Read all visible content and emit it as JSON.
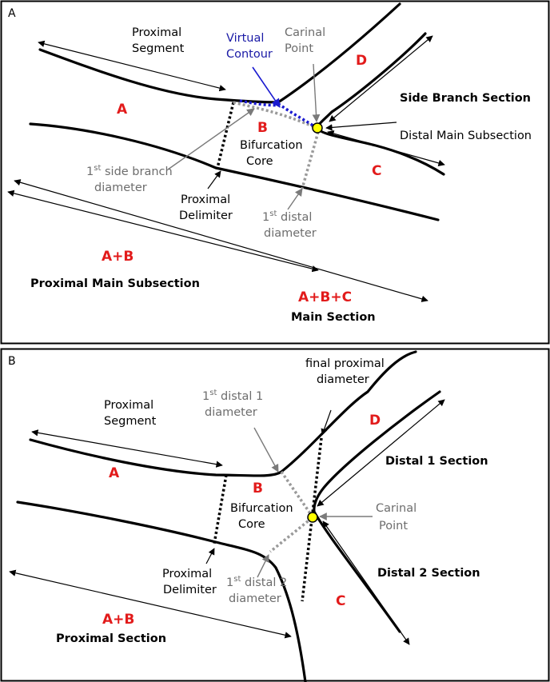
{
  "panel_a": {
    "letter": "A",
    "proximal_segment": [
      "Proximal",
      "Segment"
    ],
    "virtual_contour": [
      "Virtual",
      "Contour"
    ],
    "carinal_point": [
      "Carinal",
      "Point"
    ],
    "region_a": "A",
    "region_b": "B",
    "region_c": "C",
    "region_d": "D",
    "side_branch_section": "Side Branch Section",
    "distal_main_subsection": "Distal Main Subsection",
    "bifurcation_core": [
      "Bifurcation",
      "Core"
    ],
    "first_side_branch_diameter": {
      "num": "1",
      "sup": "st",
      "rest": " side branch",
      "line2": "diameter"
    },
    "proximal_delimiter": [
      "Proximal",
      "Delimiter"
    ],
    "first_distal_diameter": {
      "num": "1",
      "sup": "st",
      "rest": " distal",
      "line2": "diameter"
    },
    "a_plus_b": "A+B",
    "proximal_main_subsection": "Proximal Main Subsection",
    "a_plus_b_plus_c": "A+B+C",
    "main_section": "Main Section"
  },
  "panel_b": {
    "letter": "B",
    "final_proximal_diameter": [
      "final proximal",
      "diameter"
    ],
    "proximal_segment": [
      "Proximal",
      "Segment"
    ],
    "first_distal_1_diameter": {
      "num": "1",
      "sup": "st",
      "rest": " distal 1",
      "line2": "diameter"
    },
    "region_a": "A",
    "region_b": "B",
    "region_c": "C",
    "region_d": "D",
    "distal_1_section": "Distal 1 Section",
    "bifurcation_core": [
      "Bifurcation",
      "Core"
    ],
    "carinal_point": [
      "Carinal",
      "Point"
    ],
    "distal_2_section": "Distal 2 Section",
    "proximal_delimiter": [
      "Proximal",
      "Delimiter"
    ],
    "first_distal_2_diameter": {
      "num": "1",
      "sup": "st",
      "rest": " distal 2",
      "line2": "diameter"
    },
    "a_plus_b": "A+B",
    "proximal_section": "Proximal Section"
  },
  "colors": {
    "region_label": "#e21b1b",
    "virtual_contour": "#1a1aa6",
    "annotation_gray": "#6d6d6d",
    "carinal_point_fill": "#ffff00"
  }
}
